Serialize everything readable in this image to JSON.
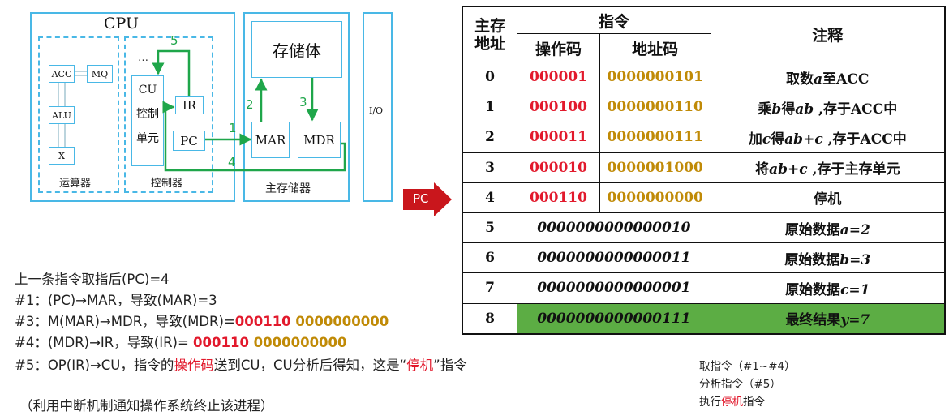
{
  "diagram": {
    "cpu_label": "CPU",
    "alu_group_label": "运算器",
    "control_group_label": "控制器",
    "memory_group_label": "主存储器",
    "memory_body_label": "存储体",
    "io_label": "I/O",
    "acc": "ACC",
    "mq": "MQ",
    "alu": "ALU",
    "x": "X",
    "cu_lines": [
      "CU",
      "控制",
      "单元"
    ],
    "ir": "IR",
    "pc": "PC",
    "mar": "MAR",
    "mdr": "MDR",
    "ellipsis": "…",
    "step_numbers": [
      "1",
      "2",
      "3",
      "4",
      "5"
    ],
    "pc_pointer": "PC",
    "colors": {
      "box": "#49b8e6",
      "path": "#1fa64a",
      "pointer": "#c9161c"
    }
  },
  "table": {
    "headers": {
      "address": [
        "主存",
        "地址"
      ],
      "instruction": "指令",
      "opcode": "操作码",
      "addrcode": "地址码",
      "comment": "注释"
    },
    "rows": [
      {
        "addr": "0",
        "op": "000001",
        "ad": "0000000101",
        "comment_parts": [
          "取数",
          "a",
          "至ACC"
        ]
      },
      {
        "addr": "1",
        "op": "000100",
        "ad": "0000000110",
        "comment_parts": [
          "乘",
          "b",
          "得",
          "ab",
          " ,存于ACC中"
        ]
      },
      {
        "addr": "2",
        "op": "000011",
        "ad": "0000000111",
        "comment_parts": [
          "加",
          "c",
          "得",
          "ab+c",
          " ,存于ACC中"
        ]
      },
      {
        "addr": "3",
        "op": "000010",
        "ad": "0000001000",
        "comment_parts": [
          "将",
          "ab+c",
          " ,存于主存单元"
        ]
      },
      {
        "addr": "4",
        "op": "000110",
        "ad": "0000000000",
        "comment_parts": [
          "停机"
        ]
      },
      {
        "addr": "5",
        "data": "0000000000000010",
        "comment_parts": [
          "原始数据",
          "a=2"
        ]
      },
      {
        "addr": "6",
        "data": "0000000000000011",
        "comment_parts": [
          "原始数据",
          "b=3"
        ]
      },
      {
        "addr": "7",
        "data": "0000000000000001",
        "comment_parts": [
          "原始数据",
          "c=1"
        ]
      },
      {
        "addr": "8",
        "data": "0000000000000111",
        "comment_parts": [
          "最终结果",
          "y=7"
        ]
      }
    ]
  },
  "steps": {
    "line0": "上一条指令取指后(PC)=4",
    "line1": "#1：(PC)→MAR，导致(MAR)=3",
    "line3_prefix": "#3：M(MAR)→MDR，导致(MDR)=",
    "line3_op": "000110",
    "line3_addr": " 0000000000",
    "line4_prefix": "#4：(MDR)→IR，导致(IR)= ",
    "line4_op": "000110",
    "line4_addr": " 0000000000",
    "line5_a": "#5：OP(IR)→CU，指令的",
    "line5_red1": "操作码",
    "line5_b": "送到CU，CU分析后得知，这是“",
    "line5_red2": "停机",
    "line5_c": "”指令",
    "line6": "（利用中断机制通知操作系统终止该进程）"
  },
  "summary": {
    "fetch": "取指令（#1~#4）",
    "analyze": "分析指令（#5）",
    "exec_prefix": "执行",
    "exec_red": "停机",
    "exec_suffix": "指令"
  }
}
